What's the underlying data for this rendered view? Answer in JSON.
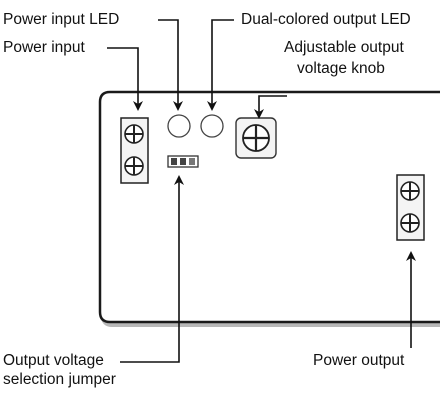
{
  "labels": {
    "power_input_led": "Power input LED",
    "dual_colored_output_led": "Dual-colored output LED",
    "power_input": "Power input",
    "adjustable_knob_line1": "Adjustable output",
    "adjustable_knob_line2": "voltage knob",
    "output_voltage_line1": "Output voltage",
    "output_voltage_line2": "selection jumper",
    "power_output": "Power output"
  },
  "colors": {
    "ink": "#111111",
    "board_outline": "#1a1a1a",
    "component_fill": "#f4f4f4",
    "shadow": "#b8b8b8"
  }
}
